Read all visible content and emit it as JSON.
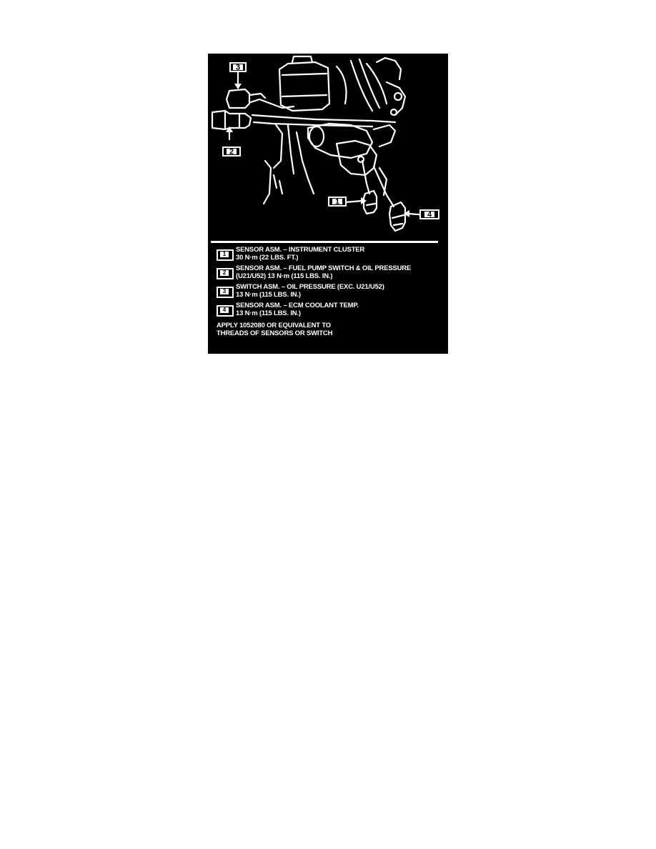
{
  "diagram": {
    "callouts": [
      {
        "number": "1",
        "lines": [
          "SENSOR ASM. – INSTRUMENT CLUSTER",
          "30 N·m (22 LBS. FT.)"
        ]
      },
      {
        "number": "2",
        "lines": [
          "SENSOR ASM. – FUEL PUMP SWITCH & OIL PRESSURE",
          "(U21/U52) 13 N·m (115 LBS. IN.)"
        ]
      },
      {
        "number": "3",
        "lines": [
          "SWITCH ASM. – OIL PRESSURE (EXC. U21/U52)",
          "13 N·m (115 LBS. IN.)"
        ]
      },
      {
        "number": "4",
        "lines": [
          "SENSOR ASM. – ECM COOLANT TEMP.",
          "13 N·m (115 LBS. IN.)"
        ]
      }
    ],
    "footnote": [
      "APPLY 1052080 OR EQUIVALENT TO",
      "THREADS OF SENSORS OR SWITCH"
    ]
  },
  "colors": {
    "background": "#000000",
    "foreground": "#ffffff",
    "page": "#ffffff"
  }
}
